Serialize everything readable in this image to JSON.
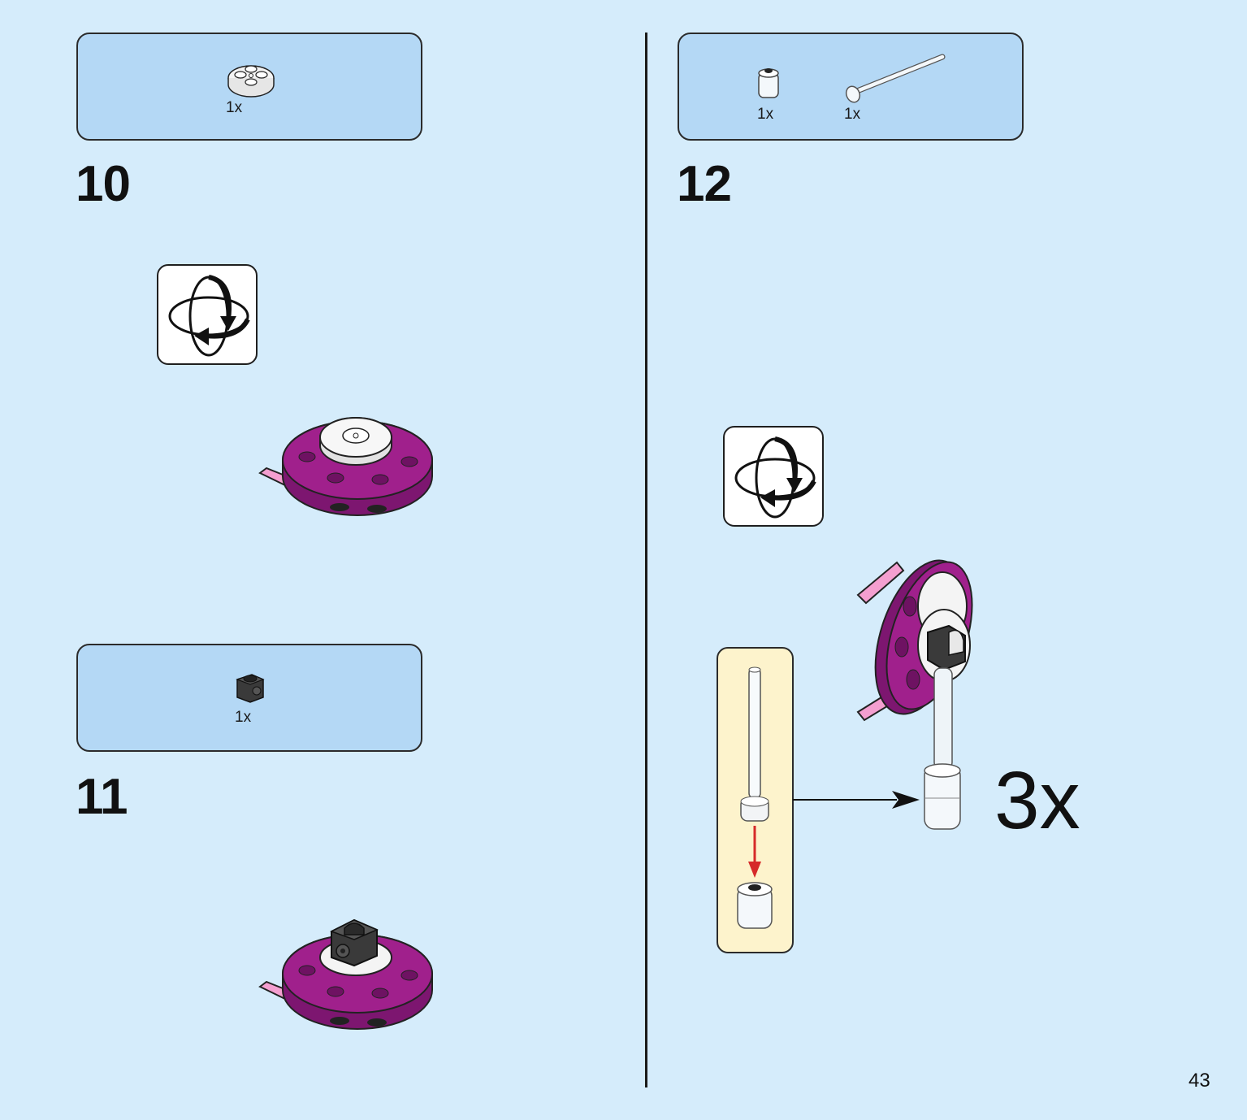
{
  "steps": [
    {
      "number": "10",
      "parts": [
        {
          "icon": "white-round-plate-icon",
          "qty": "1x"
        }
      ],
      "rotate_icon": "rotate-model-icon"
    },
    {
      "number": "11",
      "parts": [
        {
          "icon": "black-brick-with-stud-icon",
          "qty": "1x"
        }
      ]
    },
    {
      "number": "12",
      "parts": [
        {
          "icon": "clear-round-brick-icon",
          "qty": "1x"
        },
        {
          "icon": "clear-bar-icon",
          "qty": "1x"
        }
      ],
      "rotate_icon": "rotate-model-icon",
      "multiplier": "3x"
    }
  ],
  "page_number": "43",
  "colors": {
    "background": "#d5ecfb",
    "parts_box": "#b4d8f5",
    "sub_assembly_box": "#fdf3cc",
    "magenta_plate": "#a0208c",
    "pink_wedge": "#f49fd0",
    "insertion_arrow": "#d62a2a"
  }
}
